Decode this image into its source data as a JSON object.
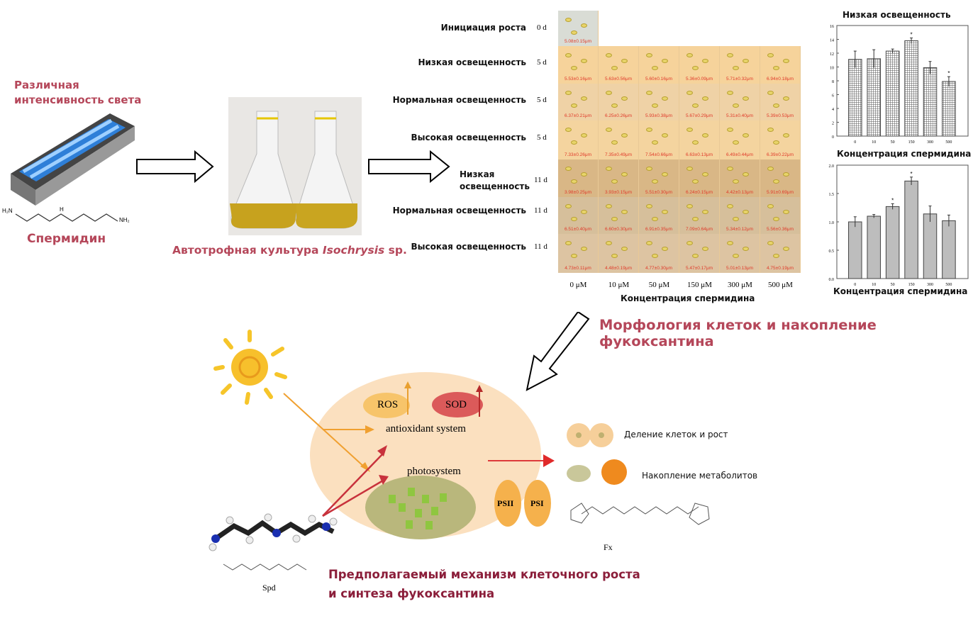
{
  "left": {
    "light_label": "Различная интенсивность света",
    "spermidine_label": "Спермидин",
    "formula_h2n": "H₂N",
    "formula_nh": "H",
    "formula_nh2": "NH₂"
  },
  "culture": {
    "caption_prefix": "Автотрофная культура ",
    "caption_species": "Isochrysis",
    "caption_suffix": " sp."
  },
  "grid": {
    "rows": [
      {
        "label": "Инициация роста",
        "day": "0 d",
        "sizes": [
          "5.08±0.15μm"
        ]
      },
      {
        "label": "Низкая освещенность",
        "day": "5 d",
        "sizes": [
          "5.53±0.16μm",
          "5.63±0.56μm",
          "5.60±0.16μm",
          "5.36±0.09μm",
          "5.71±0.32μm",
          "6.94±0.18μm"
        ]
      },
      {
        "label": "Нормальная освещенность",
        "day": "5 d",
        "sizes": [
          "6.37±0.21μm",
          "6.25±0.26μm",
          "5.93±0.38μm",
          "5.67±0.29μm",
          "5.31±0.40μm",
          "5.39±0.53μm"
        ]
      },
      {
        "label": "Высокая освещенность",
        "day": "5 d",
        "sizes": [
          "7.33±0.26μm",
          "7.35±0.49μm",
          "7.54±0.66μm",
          "6.63±0.13μm",
          "6.49±0.44μm",
          "6.39±0.22μm"
        ]
      },
      {
        "label": "Низкая освещенность",
        "day": "11 d",
        "sizes": [
          "3.98±0.25μm",
          "3.93±0.15μm",
          "5.51±0.30μm",
          "6.24±0.15μm",
          "4.42±0.13μm",
          "5.91±0.69μm"
        ]
      },
      {
        "label": "Нормальная освещенность",
        "day": "11 d",
        "sizes": [
          "6.51±0.40μm",
          "6.60±0.30μm",
          "6.91±0.35μm",
          "7.09±0.64μm",
          "5.34±0.12μm",
          "5.56±0.36μm"
        ]
      },
      {
        "label": "Высокая освещенность",
        "day": "11 d",
        "sizes": [
          "4.73±0.11μm",
          "4.48±0.19μm",
          "4.77±0.30μm",
          "5.47±0.17μm",
          "5.01±0.13μm",
          "4.75±0.19μm"
        ]
      }
    ],
    "columns": [
      "0 μM",
      "10 μM",
      "50 μM",
      "150 μM",
      "300 μM",
      "500 μM"
    ],
    "xlabel": "Концентрация спермидина"
  },
  "chart_data": [
    {
      "type": "bar",
      "title": "Низкая освещенность",
      "xlabel": "Концентрация спермидина",
      "ylabel": "",
      "categories": [
        "0",
        "10",
        "50",
        "150",
        "300",
        "500"
      ],
      "values": [
        11.1,
        11.2,
        12.3,
        13.8,
        9.9,
        7.9
      ],
      "errors": [
        1.2,
        1.3,
        0.3,
        0.4,
        0.9,
        0.7
      ],
      "significant": [
        false,
        false,
        false,
        true,
        false,
        true
      ],
      "ylim": [
        0,
        16
      ],
      "yticks": [
        "0",
        "2",
        "4",
        "6",
        "8",
        "10",
        "12",
        "14",
        "16"
      ],
      "pattern": "grid-hatch",
      "grid": false
    },
    {
      "type": "bar",
      "title": "",
      "xlabel": "Концентрация спермидина",
      "ylabel": "",
      "categories": [
        "0",
        "10",
        "50",
        "150",
        "300",
        "500"
      ],
      "values": [
        1.0,
        1.1,
        1.27,
        1.72,
        1.14,
        1.02
      ],
      "errors": [
        0.09,
        0.03,
        0.05,
        0.07,
        0.14,
        0.1
      ],
      "significant": [
        false,
        false,
        true,
        true,
        false,
        false
      ],
      "ylim": [
        0,
        2
      ],
      "yticks": [
        "0.0",
        "0.5",
        "1.0",
        "1.5",
        "2.0"
      ],
      "color": "#bdbdbd",
      "grid": false
    }
  ],
  "morphology_title": "Морфология клеток и накопление фукоксантина",
  "mechanism": {
    "ros": "ROS",
    "sod": "SOD",
    "antioxidant": "antioxidant system",
    "photosystem": "photosystem",
    "psii": "PSII",
    "psi": "PSI",
    "spd": "Spd",
    "fx": "Fx",
    "division": "Деление клеток и рост",
    "metabolites": "Накопление метаболитов",
    "caption_line1": "Предполагаемый механизм клеточного роста",
    "caption_line2": "и синтеза фукоксантина"
  },
  "colors": {
    "title_red": "#b5475a",
    "caption_red": "#8b1e3a",
    "cell": "#fbe0bf",
    "cells_tint": "#f6d7a6"
  }
}
